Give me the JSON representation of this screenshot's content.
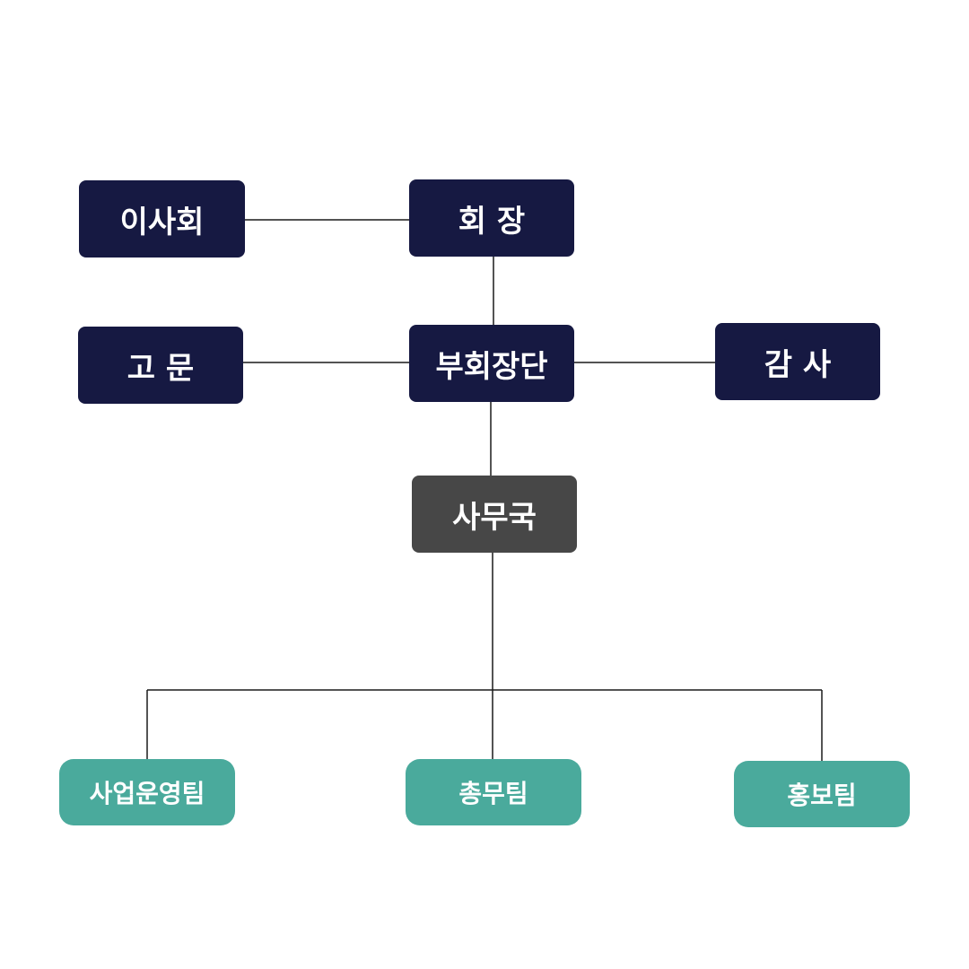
{
  "colors": {
    "leadership": "#161942",
    "secretariat": "#474747",
    "team": "#4aaa9c",
    "connector": "#1a1a1a",
    "text": "#ffffff"
  },
  "nodes": {
    "board": "이사회",
    "president": "회 장",
    "advisor": "고 문",
    "vice_presidents": "부회장단",
    "auditor": "감 사",
    "secretariat": "사무국",
    "team_business_ops": "사업운영팀",
    "team_general_affairs": "총무팀",
    "team_pr": "홍보팀"
  }
}
